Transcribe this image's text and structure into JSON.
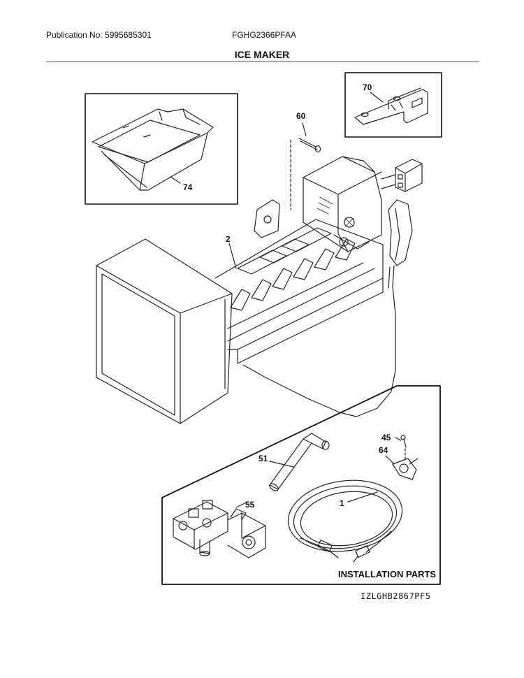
{
  "header": {
    "publication": "Publication No: 5995685301",
    "model": "FGHG2366PFAA"
  },
  "section_title": "ICE MAKER",
  "callouts": {
    "p70": "70",
    "p60": "60",
    "p74": "74",
    "p2": "2",
    "p45": "45",
    "p64": "64",
    "p51": "51",
    "p55": "55",
    "p1": "1"
  },
  "installation_label": "INSTALLATION PARTS",
  "reference_code": "IZLGHB2867PF5"
}
